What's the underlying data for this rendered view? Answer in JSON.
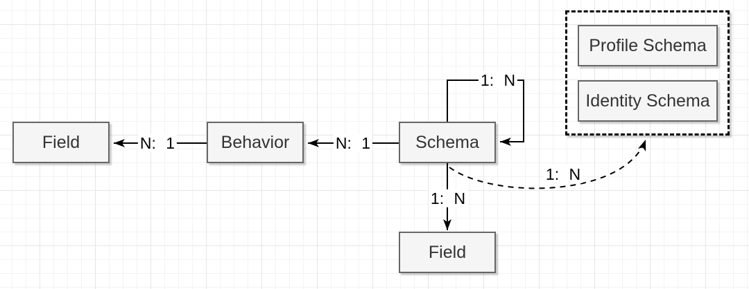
{
  "nodes": {
    "field_left": {
      "label": "Field"
    },
    "behavior": {
      "label": "Behavior"
    },
    "schema": {
      "label": "Schema"
    },
    "field_bottom": {
      "label": "Field"
    },
    "profile_schema": {
      "label": "Profile Schema"
    },
    "identity_schema": {
      "label": "Identity Schema"
    }
  },
  "edges": {
    "behavior_to_field": {
      "label": "N: 1",
      "style": "solid"
    },
    "schema_to_behavior": {
      "label": "N: 1",
      "style": "solid"
    },
    "schema_self_loop": {
      "label": "1: N",
      "style": "solid"
    },
    "schema_to_field": {
      "label": "1: N",
      "style": "solid"
    },
    "schema_to_group": {
      "label": "1: N",
      "style": "dashed"
    }
  },
  "colors": {
    "canvas_background": "#ffffff",
    "grid_minor": "#f2f3f5",
    "grid_major": "#e4e6e8",
    "node_fill": "#f5f5f5",
    "node_border": "#666666",
    "node_text": "#333333",
    "edge_stroke": "#000000",
    "group_border": "#000000"
  }
}
